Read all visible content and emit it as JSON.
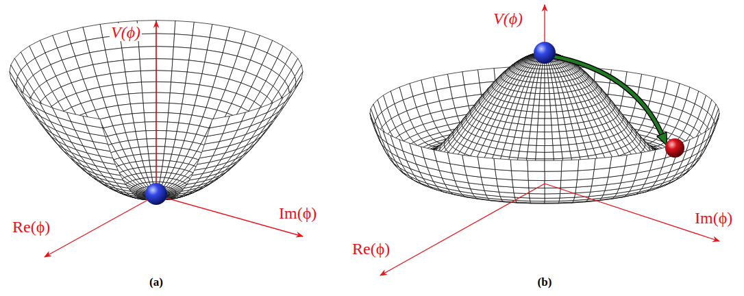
{
  "diagram": {
    "labels": [
      "V(ϕ)",
      "Re(ϕ)",
      "Im(ϕ)",
      "(a)",
      "V(ϕ)",
      "Re(ϕ)",
      "Im(ϕ)",
      "(b)"
    ]
  }
}
